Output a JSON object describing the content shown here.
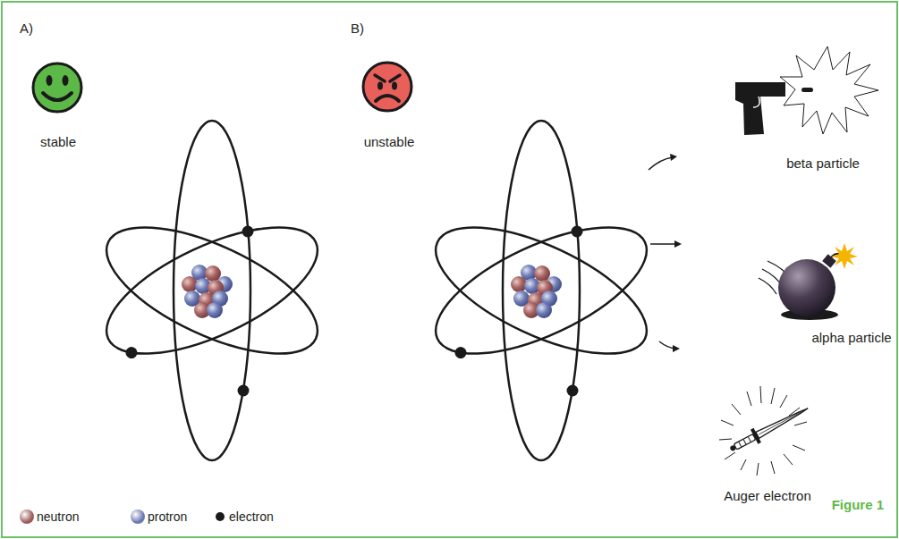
{
  "diagram": {
    "labels": [
      "A)",
      "B)",
      "stable",
      "unstable",
      "beta particle",
      "alpha particle",
      "Auger electron",
      "Figure 1"
    ],
    "legend": [
      {
        "text": "neutron",
        "color": "#9c5b5b"
      },
      {
        "text": "protron",
        "color": "#6b78b0"
      },
      {
        "text": "electron",
        "color": "#1a1a1a"
      }
    ]
  }
}
